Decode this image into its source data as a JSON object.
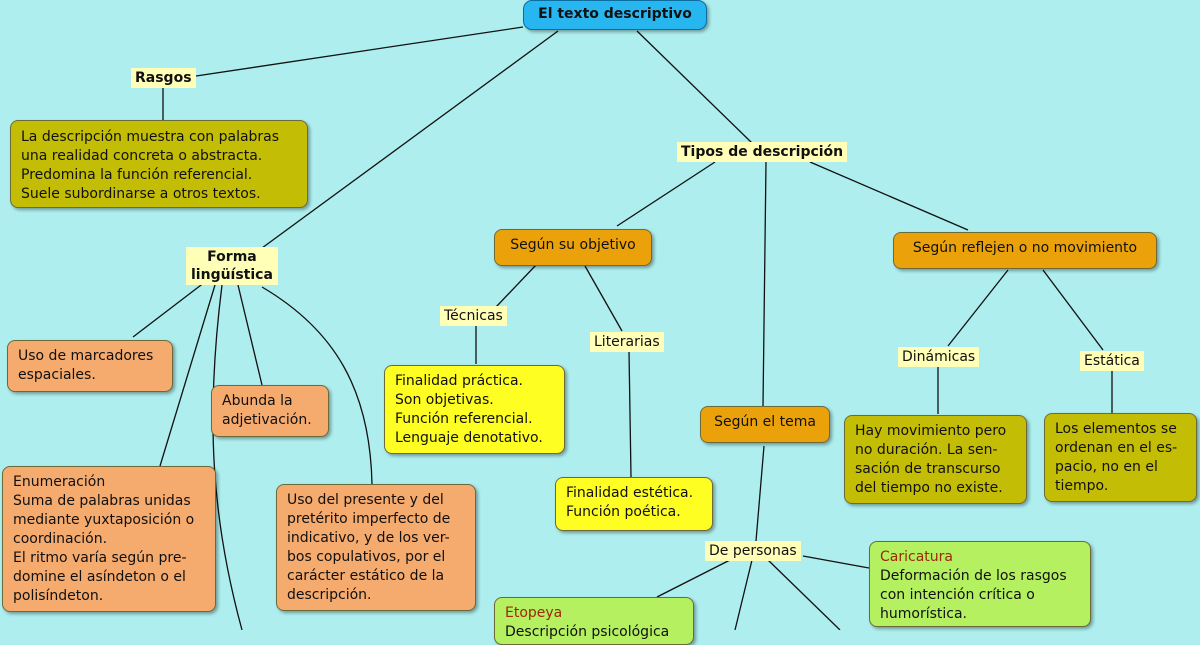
{
  "title": "El texto descriptivo",
  "rasgos": {
    "label": "Rasgos",
    "lines": [
      "La descripción muestra con palabras",
      "una realidad concreta o abstracta.",
      "Predomina la función referencial.",
      "Suele subordinarse a otros textos."
    ]
  },
  "forma": {
    "label_lines": [
      "Forma",
      "lingüística"
    ],
    "marcadores": [
      "Uso de marcadores",
      "espaciales."
    ],
    "adjetivacion": [
      "Abunda la",
      "adjetivación."
    ],
    "enumeracion": [
      "Enumeración",
      "Suma de palabras unidas",
      "mediante yuxtaposición o",
      "coordinación.",
      "El ritmo varía según pre-",
      "domine el asíndeton o el",
      "polisíndeton."
    ],
    "presente": [
      "Uso del presente y del",
      "pretérito imperfecto de",
      "indicativo, y de los ver-",
      "bos copulativos, por el",
      "carácter estático de la",
      "descripción."
    ]
  },
  "tipos": {
    "label": "Tipos de descripción",
    "objetivo": {
      "label": "Según su objetivo",
      "tecnicas": {
        "label": "Técnicas",
        "lines": [
          "Finalidad práctica.",
          "Son objetivas.",
          "Función referencial.",
          "Lenguaje denotativo."
        ]
      },
      "literarias": {
        "label": "Literarias",
        "lines": [
          "Finalidad estética.",
          "Función poética."
        ]
      }
    },
    "movimiento": {
      "label": "Según reflejen o no movimiento",
      "dinamicas": {
        "label": "Dinámicas",
        "lines": [
          "Hay movimiento pero",
          "no duración. La sen-",
          "sación de transcurso",
          "del tiempo no existe."
        ]
      },
      "estatica": {
        "label": "Estática",
        "lines": [
          "Los elementos se",
          "ordenan en el es-",
          "pacio, no en el",
          "tiempo."
        ]
      }
    },
    "tema": {
      "label": "Según el tema",
      "personas": {
        "label": "De personas",
        "caricatura": {
          "title": "Caricatura",
          "lines": [
            "Deformación de los rasgos",
            "con intención crítica o",
            "humorística."
          ]
        },
        "etopeya": {
          "title": "Etopeya",
          "lines": [
            "Descripción psicológica"
          ]
        }
      }
    }
  },
  "colors": {
    "background": "#aeeeee",
    "root": "#27b6f0",
    "olive": "#c4bd05",
    "orange": "#eba20a",
    "salmon": "#f5aa6e",
    "yellow": "#fefe22",
    "green": "#b4f060",
    "label": "#ffffb8",
    "line": "#111111"
  }
}
